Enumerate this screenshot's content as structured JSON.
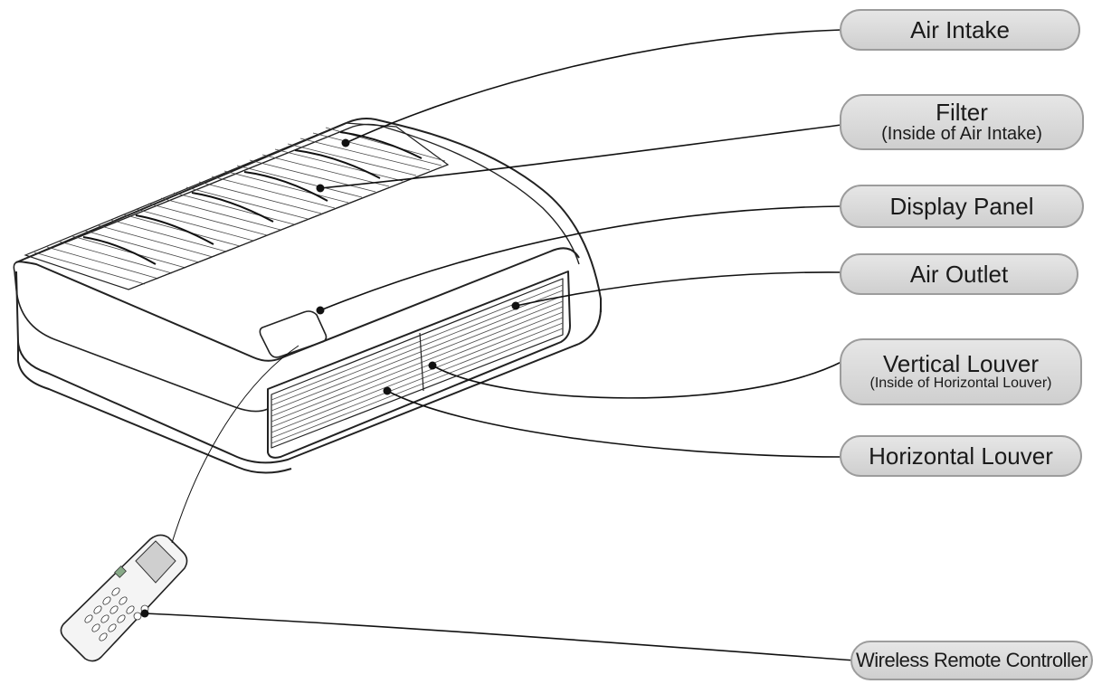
{
  "labels": {
    "air_intake": {
      "text": "Air Intake"
    },
    "filter": {
      "text": "Filter",
      "sub": "(Inside of Air Intake)"
    },
    "display_panel": {
      "text": "Display Panel"
    },
    "air_outlet": {
      "text": "Air Outlet"
    },
    "vertical_louver": {
      "text": "Vertical Louver",
      "sub": "(Inside of Horizontal Louver)"
    },
    "horizontal_louver": {
      "text": "Horizontal Louver"
    },
    "remote": {
      "text": "Wireless Remote Controller"
    }
  },
  "colors": {
    "line": "#111111",
    "pill_fill": "#d9d9d9",
    "pill_border": "#9c9c9c",
    "unit_stroke": "#222222"
  }
}
